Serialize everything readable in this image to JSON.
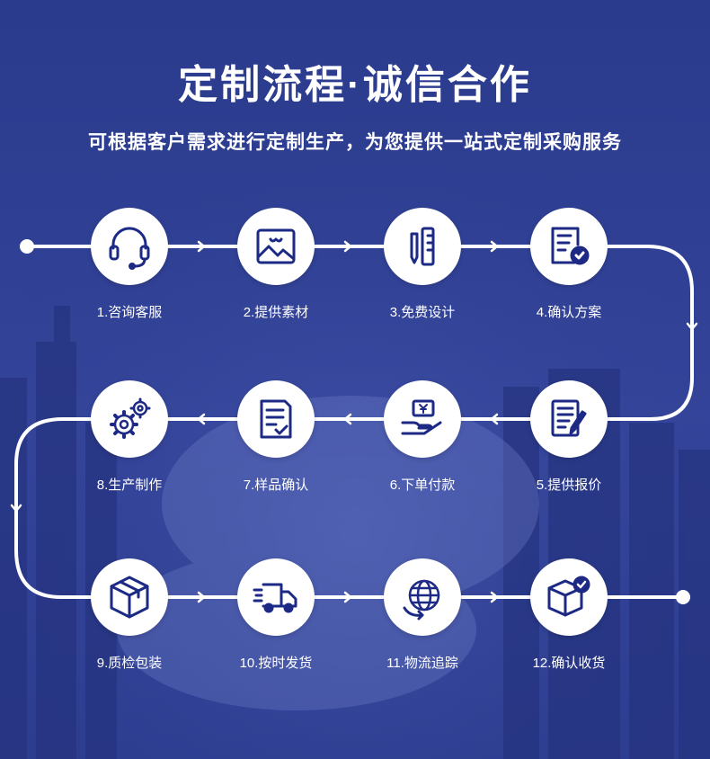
{
  "header": {
    "title": "定制流程·诚信合作",
    "subtitle": "可根据客户需求进行定制生产，为您提供一站式定制采购服务"
  },
  "colors": {
    "accent": "#1c2a86",
    "line": "#ffffff",
    "background": "#2f3f93"
  },
  "steps": [
    {
      "label": "1.咨询客服",
      "icon": "headset-icon"
    },
    {
      "label": "2.提供素材",
      "icon": "image-icon"
    },
    {
      "label": "3.免费设计",
      "icon": "pencil-ruler-icon"
    },
    {
      "label": "4.确认方案",
      "icon": "document-check-icon"
    },
    {
      "label": "5.提供报价",
      "icon": "document-pen-icon"
    },
    {
      "label": "6.下单付款",
      "icon": "payment-hand-icon"
    },
    {
      "label": "7.样品确认",
      "icon": "document-checklist-icon"
    },
    {
      "label": "8.生产制作",
      "icon": "gears-icon"
    },
    {
      "label": "9.质检包装",
      "icon": "box-icon"
    },
    {
      "label": "10.按时发货",
      "icon": "truck-icon"
    },
    {
      "label": "11.物流追踪",
      "icon": "globe-tracking-icon"
    },
    {
      "label": "12.确认收货",
      "icon": "box-check-icon"
    }
  ]
}
